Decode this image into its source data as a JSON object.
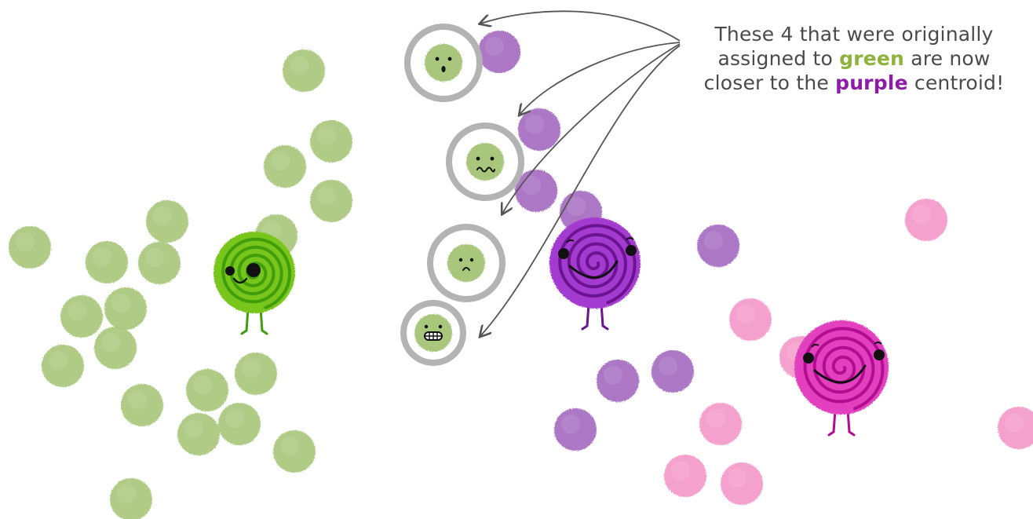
{
  "annotation": {
    "line1": "These 4 that were originally",
    "line2_pre": "assigned to ",
    "line2_word": "green",
    "line2_post": " are now",
    "line3_pre": "closer to the ",
    "line3_word": "purple",
    "line3_post": " centroid!"
  },
  "colors": {
    "green_point": "#a9c77c",
    "purple_point": "#a56cc1",
    "pink_point": "#f59ac9",
    "green_centroid": "#78c51f",
    "green_centroid_dark": "#3f9e0a",
    "purple_centroid": "#a43ad0",
    "purple_centroid_dark": "#6c1391",
    "pink_centroid": "#e23fbe",
    "pink_centroid_dark": "#b20d92",
    "highlight_ring": "#b3b3b3",
    "arrow": "#555555",
    "text": "#4a4a4a"
  },
  "clusters": [
    {
      "name": "green",
      "centroid_face": "wink-smile"
    },
    {
      "name": "purple",
      "centroid_face": "big-smile"
    },
    {
      "name": "magenta",
      "centroid_face": "big-smile"
    }
  ],
  "reassigned_points": [
    {
      "face": "surprised-icon"
    },
    {
      "face": "wavy-worried-icon"
    },
    {
      "face": "sad-icon"
    },
    {
      "face": "grimace-icon"
    }
  ]
}
